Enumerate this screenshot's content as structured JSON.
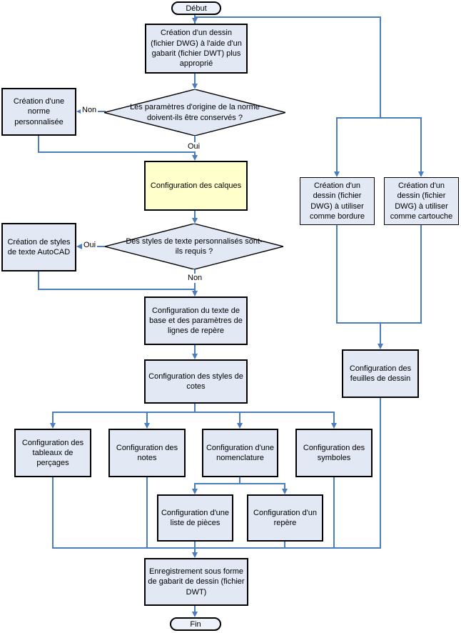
{
  "diagram": {
    "type": "flowchart",
    "nodes": {
      "start": {
        "label": "Début",
        "shape": "terminator"
      },
      "create_drawing": {
        "label": "Création d'un dessin (fichier DWG) à l'aide d'un gabarit (fichier DWT) plus approprié",
        "shape": "process"
      },
      "decision_norm": {
        "label": "Les paramètres d'origine de la norme doivent-ils être conservés ?",
        "shape": "decision"
      },
      "create_custom_norm": {
        "label": "Création d'une norme personnalisée",
        "shape": "process"
      },
      "configure_layers": {
        "label": "Configuration des calques",
        "shape": "process",
        "highlighted": true
      },
      "decision_text_styles": {
        "label": "Des styles de texte personnalisés sont-ils requis ?",
        "shape": "decision"
      },
      "create_text_styles": {
        "label": "Création de styles de texte AutoCAD",
        "shape": "process"
      },
      "configure_base_text": {
        "label": "Configuration du texte de base et des paramètres de lignes de repère",
        "shape": "process"
      },
      "configure_dim_styles": {
        "label": "Configuration des styles de cotes",
        "shape": "process"
      },
      "configure_hole_tables": {
        "label": "Configuration des tableaux de perçages",
        "shape": "process"
      },
      "configure_notes": {
        "label": "Configuration des notes",
        "shape": "process"
      },
      "configure_nomenclature": {
        "label": "Configuration d'une nomenclature",
        "shape": "process"
      },
      "configure_symbols": {
        "label": "Configuration des symboles",
        "shape": "process"
      },
      "configure_parts_list": {
        "label": "Configuration d'une liste de pièces",
        "shape": "process"
      },
      "configure_repere": {
        "label": "Configuration d'un repère",
        "shape": "process"
      },
      "create_border_dwg": {
        "label": "Création d'un dessin (fichier DWG) à utiliser comme bordure",
        "shape": "process"
      },
      "create_titleblock_dwg": {
        "label": "Création d'un dessin (fichier DWG) à utiliser comme cartouche",
        "shape": "process"
      },
      "configure_sheets": {
        "label": "Configuration des feuilles de dessin",
        "shape": "process"
      },
      "save_template": {
        "label": "Enregistrement sous forme de gabarit de dessin (fichier DWT)",
        "shape": "process"
      },
      "end": {
        "label": "Fin",
        "shape": "terminator"
      }
    },
    "edge_labels": {
      "norm_no": "Non",
      "norm_yes": "Oui",
      "styles_yes": "Oui",
      "styles_no": "Non"
    },
    "colors": {
      "node_fill": "#e2e9f5",
      "terminator_fill": "#edf1fa",
      "highlight_fill": "#ffffcc",
      "connector": "#4a7cbe",
      "node_border": "#000000"
    }
  }
}
